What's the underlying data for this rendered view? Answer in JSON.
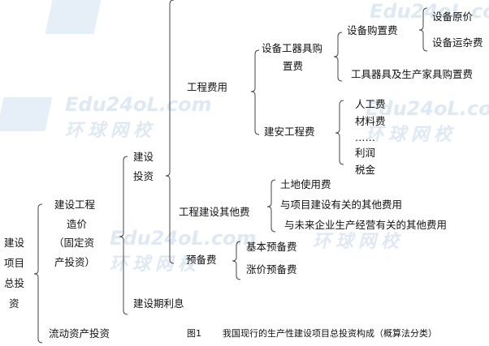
{
  "watermark": {
    "domain": "Edu24oL.com",
    "name": "环球网校"
  },
  "nodes": {
    "root": [
      "建设",
      "项目",
      "总投",
      "资"
    ],
    "fixed_asset": [
      "建设工程",
      "造价",
      "（固定资",
      "产投资）"
    ],
    "working_capital": "流动资产投资",
    "construction_investment": [
      "建设",
      "投资"
    ],
    "interest": "建设期利息",
    "engineering_cost": "工程费用",
    "other_cost": "工程建设其他费",
    "reserve": "预备费",
    "equipment_purchase": [
      "设备工器具购",
      "置费"
    ],
    "installation": "建安工程费",
    "equipment_buy": "设备购置费",
    "tools": "工具器具及生产家具购置费",
    "equipment_price": "设备原价",
    "equipment_freight": "设备运杂费",
    "labor": "人工费",
    "material": "材料费",
    "ellipsis": "……",
    "profit": "利润",
    "tax": "税金",
    "land": "土地使用费",
    "project_related": "与项目建设有关的其他费用",
    "future_related": "与未来企业生产经营有关的其他费用",
    "basic_reserve": "基本预备费",
    "price_reserve": "涨价预备费"
  },
  "caption": {
    "label": "图1",
    "text": "我国现行的生产性建设项目总投资构成（概算法分类）"
  }
}
